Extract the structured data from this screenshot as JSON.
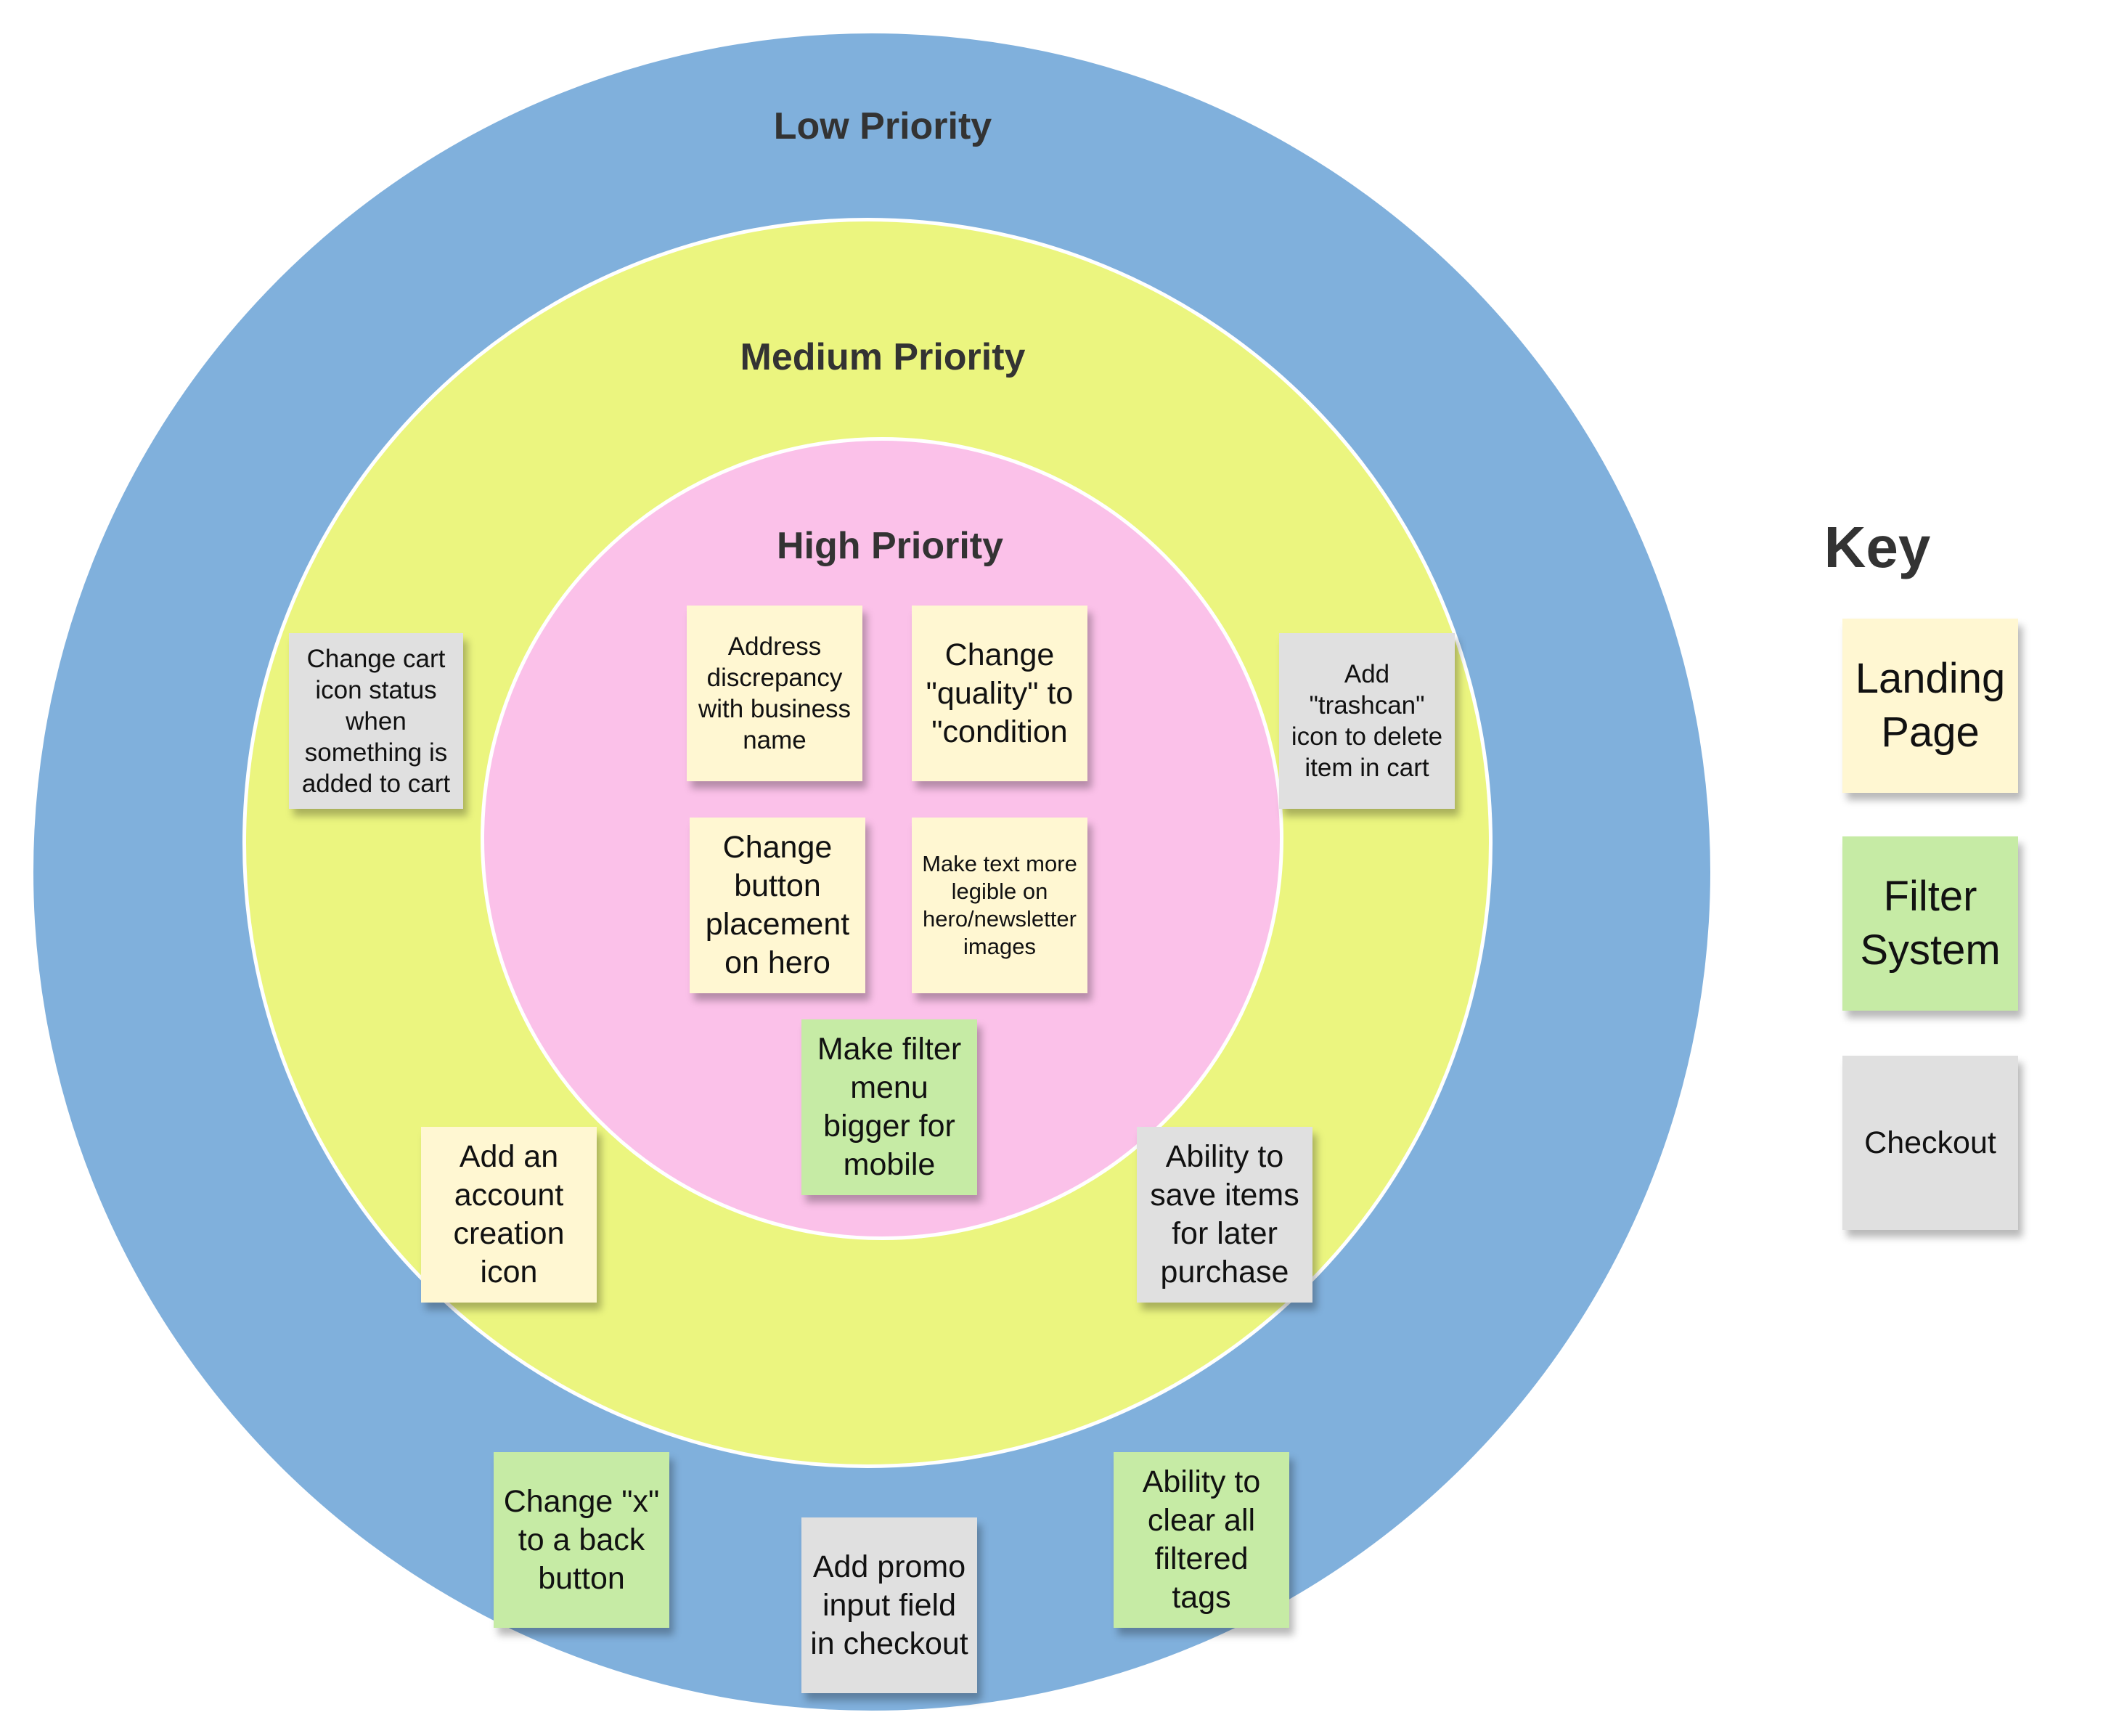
{
  "rings": {
    "low": {
      "label": "Low Priority",
      "color": "#80b0dc"
    },
    "medium": {
      "label": "Medium Priority",
      "color": "#ebf57f"
    },
    "high": {
      "label": "High Priority",
      "color": "#fbc1e9"
    }
  },
  "categories": {
    "landing_page": {
      "color": "#fff7d2"
    },
    "filter_system": {
      "color": "#c6eba5"
    },
    "checkout": {
      "color": "#e0e0e0"
    }
  },
  "notes": {
    "address_discrepancy": {
      "text": "Address discrepancy with business name",
      "category": "landing_page",
      "priority": "high"
    },
    "change_quality": {
      "text": "Change \"quality\" to \"condition",
      "category": "landing_page",
      "priority": "high"
    },
    "change_button_placement": {
      "text": "Change button placement on hero",
      "category": "landing_page",
      "priority": "high"
    },
    "make_text_legible": {
      "text": "Make text more legible on hero/newsletter images",
      "category": "landing_page",
      "priority": "high"
    },
    "filter_menu_bigger": {
      "text": "Make filter menu bigger for mobile",
      "category": "filter_system",
      "priority": "high"
    },
    "cart_icon_status": {
      "text": "Change cart icon status when something is added to cart",
      "category": "checkout",
      "priority": "medium"
    },
    "trashcan_icon": {
      "text": "Add \"trashcan\" icon to delete item in cart",
      "category": "checkout",
      "priority": "medium"
    },
    "account_creation_icon": {
      "text": "Add an account creation icon",
      "category": "landing_page",
      "priority": "medium"
    },
    "save_for_later": {
      "text": "Ability to save items for later purchase",
      "category": "checkout",
      "priority": "medium"
    },
    "x_to_back_button": {
      "text": "Change \"x\" to a back button",
      "category": "filter_system",
      "priority": "low"
    },
    "promo_input": {
      "text": "Add promo input field in checkout",
      "category": "checkout",
      "priority": "low"
    },
    "clear_filtered_tags": {
      "text": "Ability to clear all filtered tags",
      "category": "filter_system",
      "priority": "low"
    }
  },
  "key": {
    "title": "Key",
    "items": [
      {
        "label": "Landing Page",
        "category": "landing_page"
      },
      {
        "label": "Filter System",
        "category": "filter_system"
      },
      {
        "label": "Checkout",
        "category": "checkout"
      }
    ]
  }
}
